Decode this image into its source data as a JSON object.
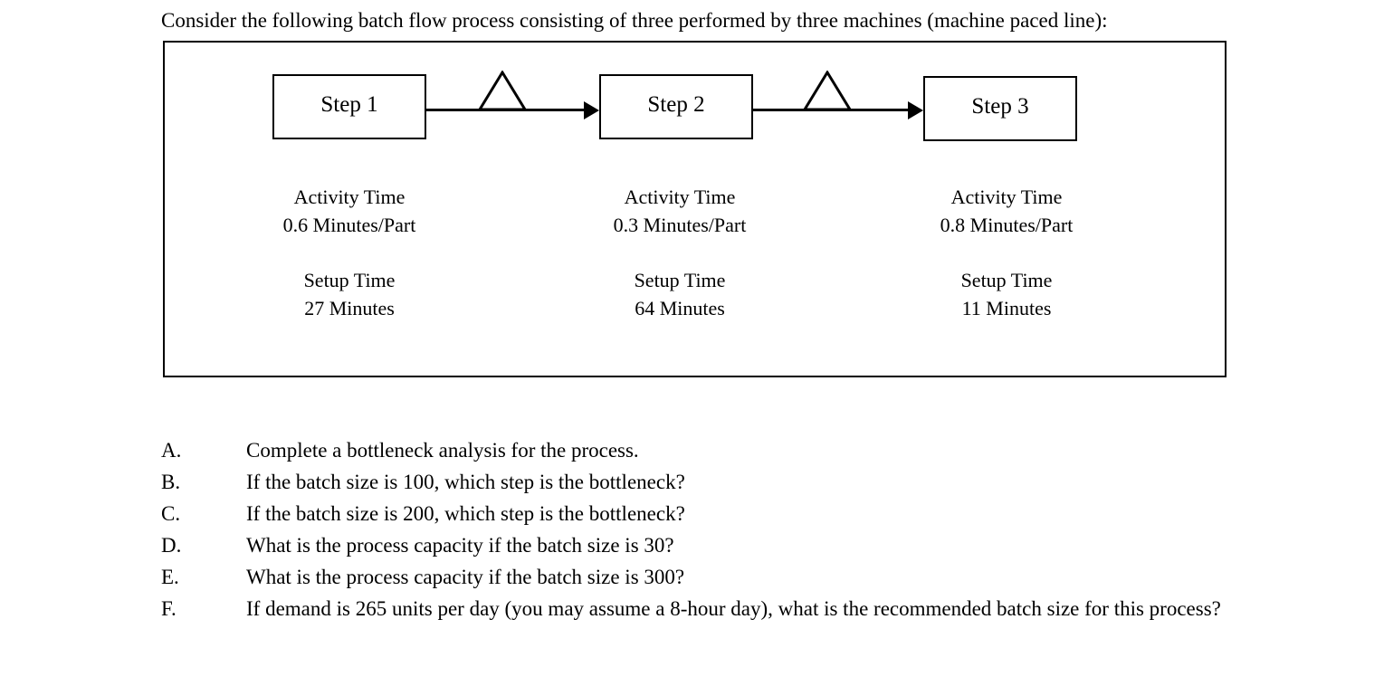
{
  "intro": {
    "text": "Consider the following batch flow process consisting of three performed by three machines (machine paced line):"
  },
  "diagram": {
    "steps": [
      {
        "name": "Step 1",
        "activity_time_label": "Activity Time",
        "activity_time_value": "0.6 Minutes/Part",
        "setup_time_label": "Setup Time",
        "setup_time_value": "27 Minutes"
      },
      {
        "name": "Step 2",
        "activity_time_label": "Activity Time",
        "activity_time_value": "0.3 Minutes/Part",
        "setup_time_label": "Setup Time",
        "setup_time_value": "64 Minutes"
      },
      {
        "name": "Step 3",
        "activity_time_label": "Activity Time",
        "activity_time_value": "0.8 Minutes/Part",
        "setup_time_label": "Setup Time",
        "setup_time_value": "11 Minutes"
      }
    ],
    "connectors": [
      {
        "icon": "buffer-triangle-icon",
        "arrow": "arrow-right-icon"
      },
      {
        "icon": "buffer-triangle-icon",
        "arrow": "arrow-right-icon"
      }
    ],
    "colors": {
      "stroke": "#000000",
      "fill": "#ffffff"
    }
  },
  "questions": [
    {
      "marker": "A.",
      "text": "Complete a bottleneck analysis for the process."
    },
    {
      "marker": "B.",
      "text": "If the batch size is 100, which step is the bottleneck?"
    },
    {
      "marker": "C.",
      "text": "If the batch size is 200, which step is the bottleneck?"
    },
    {
      "marker": "D.",
      "text": "What is the process capacity if the batch size is 30?"
    },
    {
      "marker": "E.",
      "text": "What is the process capacity if the batch size is 300?"
    },
    {
      "marker": "F.",
      "text": "If demand is 265 units per day (you may assume a 8-hour day), what is the recommended batch size for this process?"
    }
  ]
}
